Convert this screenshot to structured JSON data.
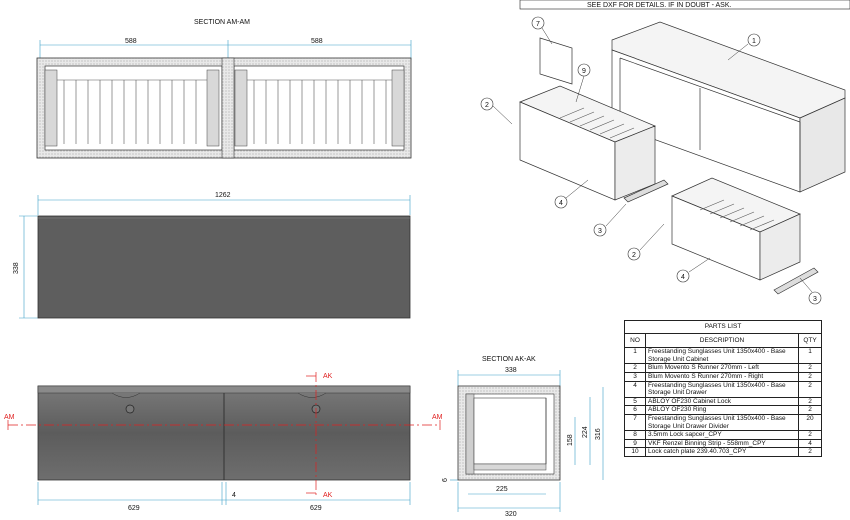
{
  "header_note": "SEE DXF FOR DETAILS.    IF IN DOUBT - ASK.",
  "section_am": {
    "title": "SECTION AM-AM",
    "dim_left": "588",
    "dim_right": "588"
  },
  "front_view": {
    "dim_width": "1262",
    "dim_height": "338"
  },
  "bottom_view": {
    "marker_am_left": "AM",
    "marker_am_right": "AM",
    "marker_ak_top": "AK",
    "marker_ak_bottom": "AK",
    "dim_left": "629",
    "dim_right": "629",
    "dim_gap": "4"
  },
  "section_ak": {
    "title": "SECTION AK-AK",
    "dim_top": "338",
    "dim_158": "158",
    "dim_224": "224",
    "dim_316": "316",
    "dim_225": "225",
    "dim_320": "320",
    "dim_6": "6"
  },
  "callouts": [
    "1",
    "2",
    "3",
    "4",
    "7",
    "9",
    "2",
    "4",
    "3"
  ],
  "parts_list": {
    "title": "PARTS LIST",
    "headers": [
      "NO",
      "DESCRIPTION",
      "QTY"
    ],
    "rows": [
      {
        "no": "1",
        "desc": "Freestanding Sunglasses Unit 1350x400 - Base Storage Unit Cabinet",
        "qty": "1"
      },
      {
        "no": "2",
        "desc": "Blum Movento S Runner 270mm - Left",
        "qty": "2"
      },
      {
        "no": "3",
        "desc": "Blum Movento S Runner 270mm - Right",
        "qty": "2"
      },
      {
        "no": "4",
        "desc": "Freestanding Sunglasses Unit 1350x400 - Base Storage Unit Drawer",
        "qty": "2"
      },
      {
        "no": "5",
        "desc": "ABLOY OF230 Cabinet Lock",
        "qty": "2"
      },
      {
        "no": "6",
        "desc": "ABLOY OF230 Ring",
        "qty": "2"
      },
      {
        "no": "7",
        "desc": "Freestanding Sunglasses Unit 1350x400 - Base Storage Unit Drawer Divider",
        "qty": "20"
      },
      {
        "no": "8",
        "desc": "3.5mm Lock sapcer_CPY",
        "qty": "2"
      },
      {
        "no": "9",
        "desc": "VKF Renzel Binning Strip - 558mm_CPY",
        "qty": "4"
      },
      {
        "no": "10",
        "desc": "Lock catch plate 239.40.703_CPY",
        "qty": "2"
      }
    ]
  },
  "colors": {
    "panel_dark": "#5e5e5e",
    "panel_metal": "#6d6d6d",
    "section_line": "#e02020",
    "dim_line": "#3aa0c8"
  }
}
